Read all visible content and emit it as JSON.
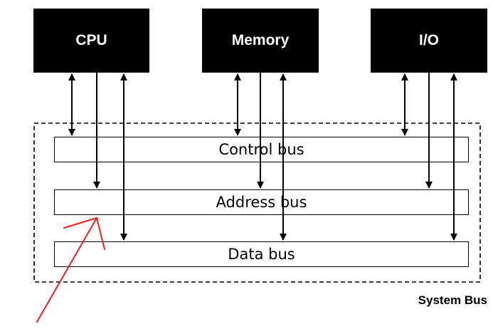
{
  "components": {
    "cpu": "CPU",
    "memory": "Memory",
    "io": "I/O"
  },
  "buses": {
    "control": "Control bus",
    "address": "Address bus",
    "data": "Data bus"
  },
  "system_bus_label": "System Bus",
  "colors": {
    "box_fill": "#000000",
    "box_text": "#ffffff",
    "line": "#000000",
    "annotation_arrow": "#ff0000"
  }
}
